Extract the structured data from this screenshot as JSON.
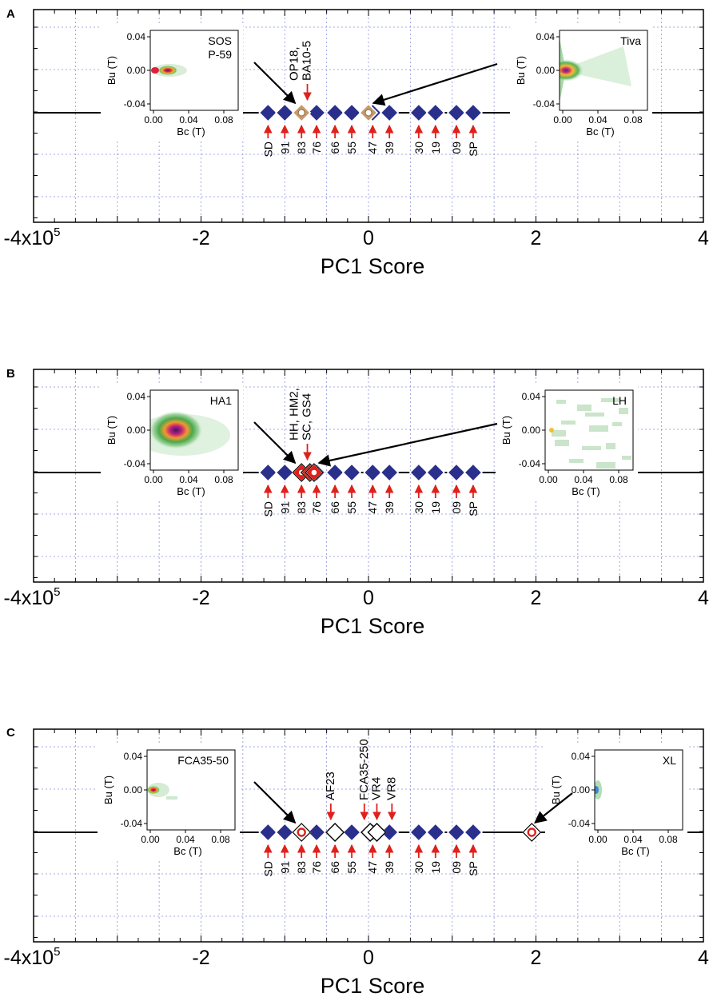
{
  "chart_data": [
    {
      "panel": "A",
      "type": "scatter",
      "xlabel": "PC1 Score",
      "xlim": [
        -4,
        4
      ],
      "x_tick_labels": [
        {
          "x": -4,
          "label": "-4x10",
          "sup": "5"
        },
        {
          "x": -2,
          "label": "-2"
        },
        {
          "x": 0,
          "label": "0"
        },
        {
          "x": 2,
          "label": "2"
        },
        {
          "x": 4,
          "label": "4"
        }
      ],
      "grid": true,
      "reference_points": [
        {
          "label": "SD",
          "x": -1.2
        },
        {
          "label": "91",
          "x": -1.0
        },
        {
          "label": "83",
          "x": -0.8
        },
        {
          "label": "76",
          "x": -0.62
        },
        {
          "label": "66",
          "x": -0.4
        },
        {
          "label": "55",
          "x": -0.2
        },
        {
          "label": "47",
          "x": 0.05
        },
        {
          "label": "39",
          "x": 0.25
        },
        {
          "label": "30",
          "x": 0.6
        },
        {
          "label": "19",
          "x": 0.8
        },
        {
          "label": "09",
          "x": 1.05
        },
        {
          "label": "SP",
          "x": 1.25
        }
      ],
      "samples": [
        {
          "x": -0.8,
          "style": "tan"
        },
        {
          "x": 0.0,
          "style": "tan"
        }
      ],
      "callouts": [
        {
          "lines": [
            "OP18,",
            "BA10-5"
          ],
          "x": -0.73
        }
      ],
      "insets": [
        {
          "side": "left",
          "label": [
            "SOS",
            "P-59"
          ],
          "xlabel": "Bc (T)",
          "ylabel": "Bu (T)",
          "xticks": [
            "0.00",
            "0.04",
            "0.08"
          ],
          "yticks": [
            "0.04",
            "0.00",
            "-0.04"
          ],
          "pattern": "spot"
        },
        {
          "side": "right",
          "label": [
            "Tiva"
          ],
          "xlabel": "Bc (T)",
          "ylabel": "Bu (T)",
          "xticks": [
            "0.00",
            "0.04",
            "0.08"
          ],
          "yticks": [
            "0.04",
            "0.00",
            "-0.04"
          ],
          "pattern": "fan"
        }
      ]
    },
    {
      "panel": "B",
      "type": "scatter",
      "xlabel": "PC1 Score",
      "xlim": [
        -4,
        4
      ],
      "x_tick_labels": [
        {
          "x": -4,
          "label": "-4x10",
          "sup": "5"
        },
        {
          "x": -2,
          "label": "-2"
        },
        {
          "x": 0,
          "label": "0"
        },
        {
          "x": 2,
          "label": "2"
        },
        {
          "x": 4,
          "label": "4"
        }
      ],
      "grid": true,
      "reference_points": [
        {
          "label": "SD",
          "x": -1.2
        },
        {
          "label": "91",
          "x": -1.0
        },
        {
          "label": "83",
          "x": -0.8
        },
        {
          "label": "76",
          "x": -0.62
        },
        {
          "label": "66",
          "x": -0.4
        },
        {
          "label": "55",
          "x": -0.2
        },
        {
          "label": "47",
          "x": 0.05
        },
        {
          "label": "39",
          "x": 0.25
        },
        {
          "label": "30",
          "x": 0.6
        },
        {
          "label": "19",
          "x": 0.8
        },
        {
          "label": "09",
          "x": 1.05
        },
        {
          "label": "SP",
          "x": 1.25
        }
      ],
      "samples": [
        {
          "x": -0.8,
          "style": "red-ring"
        },
        {
          "x": -0.7,
          "style": "red-ring"
        },
        {
          "x": -0.65,
          "style": "red-ring"
        }
      ],
      "callouts": [
        {
          "lines": [
            "HH, HM2,",
            "SC, GS4"
          ],
          "x": -0.73
        }
      ],
      "insets": [
        {
          "side": "left",
          "label": [
            "HA1"
          ],
          "xlabel": "Bc (T)",
          "ylabel": "Bu (T)",
          "xticks": [
            "0.00",
            "0.04",
            "0.08"
          ],
          "yticks": [
            "0.04",
            "0.00",
            "-0.04"
          ],
          "pattern": "blob"
        },
        {
          "side": "right",
          "label": [
            "LH"
          ],
          "xlabel": "Bc (T)",
          "ylabel": "Bu (T)",
          "xticks": [
            "0.00",
            "0.04",
            "0.08"
          ],
          "yticks": [
            "0.04",
            "0.00",
            "-0.04"
          ],
          "pattern": "noise"
        }
      ]
    },
    {
      "panel": "C",
      "type": "scatter",
      "xlabel": "PC1 Score",
      "xlim": [
        -4,
        4
      ],
      "x_tick_labels": [
        {
          "x": -4,
          "label": "-4x10",
          "sup": "5"
        },
        {
          "x": -2,
          "label": "-2"
        },
        {
          "x": 0,
          "label": "0"
        },
        {
          "x": 2,
          "label": "2"
        },
        {
          "x": 4,
          "label": "4"
        }
      ],
      "grid": true,
      "reference_points": [
        {
          "label": "SD",
          "x": -1.2
        },
        {
          "label": "91",
          "x": -1.0
        },
        {
          "label": "83",
          "x": -0.8
        },
        {
          "label": "76",
          "x": -0.62
        },
        {
          "label": "66",
          "x": -0.4
        },
        {
          "label": "55",
          "x": -0.2
        },
        {
          "label": "47",
          "x": 0.05
        },
        {
          "label": "39",
          "x": 0.25
        },
        {
          "label": "30",
          "x": 0.6
        },
        {
          "label": "19",
          "x": 0.8
        },
        {
          "label": "09",
          "x": 1.05
        },
        {
          "label": "SP",
          "x": 1.25
        }
      ],
      "samples": [
        {
          "x": -0.8,
          "style": "red-ring"
        },
        {
          "x": -0.4,
          "style": "white"
        },
        {
          "x": 0.02,
          "style": "white"
        },
        {
          "x": 0.1,
          "style": "white"
        },
        {
          "x": 1.95,
          "style": "red-ring"
        }
      ],
      "callouts": [
        {
          "lines": [
            "AF23"
          ],
          "x": -0.45
        },
        {
          "lines": [
            "FCA35-250"
          ],
          "x": -0.05
        },
        {
          "lines": [
            "VR4"
          ],
          "x": 0.1
        },
        {
          "lines": [
            "VR8"
          ],
          "x": 0.28
        }
      ],
      "insets": [
        {
          "side": "left",
          "label": [
            "FCA35-50"
          ],
          "xlabel": "Bc (T)",
          "ylabel": "Bu (T)",
          "xticks": [
            "0.00",
            "0.04",
            "0.08"
          ],
          "yticks": [
            "0.04",
            "0.00",
            "-0.04"
          ],
          "pattern": "spot-small"
        },
        {
          "side": "right",
          "label": [
            "XL"
          ],
          "xlabel": "Bc (T)",
          "ylabel": "Bu (T)",
          "xticks": [
            "0.00",
            "0.04",
            "0.08"
          ],
          "yticks": [
            "0.04",
            "0.00",
            "-0.04"
          ],
          "pattern": "edge"
        }
      ]
    }
  ],
  "colors": {
    "diamond": "#2b2f8c",
    "diamond_stroke": "#ffffff",
    "arrow": "#e0201b",
    "grid": "#8a8fd6",
    "tan": "#c89a6a",
    "sample_red": "#e0201b"
  }
}
